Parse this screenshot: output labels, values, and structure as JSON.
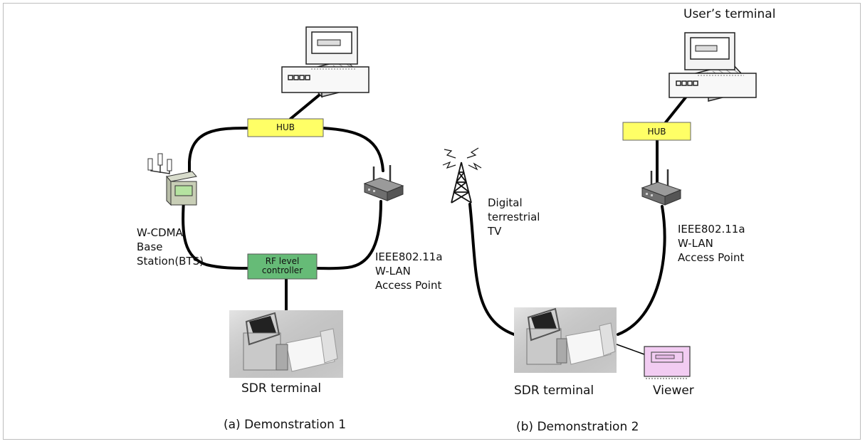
{
  "demo1": {
    "hub": "HUB",
    "rf_controller": "RF level\ncontroller",
    "bts_label": "W-CDMA\nBase\nStation(BTS)",
    "ap_label": "IEEE802.11a\nW-LAN\nAccess Point",
    "terminal_label": "SDR terminal",
    "caption": "(a) Demonstration 1"
  },
  "demo2": {
    "user_terminal_label": "User’s terminal",
    "hub": "HUB",
    "tv_label": "Digital\nterrestrial\nTV",
    "ap_label": "IEEE802.11a\nW-LAN\nAccess Point",
    "terminal_label": "SDR terminal",
    "viewer_label": "Viewer",
    "caption": "(b) Demonstration 2"
  },
  "colors": {
    "hub_fill": "#ffff66",
    "rf_fill": "#66bb77",
    "viewer_fill": "#f2ccf2",
    "line": "#000000"
  }
}
